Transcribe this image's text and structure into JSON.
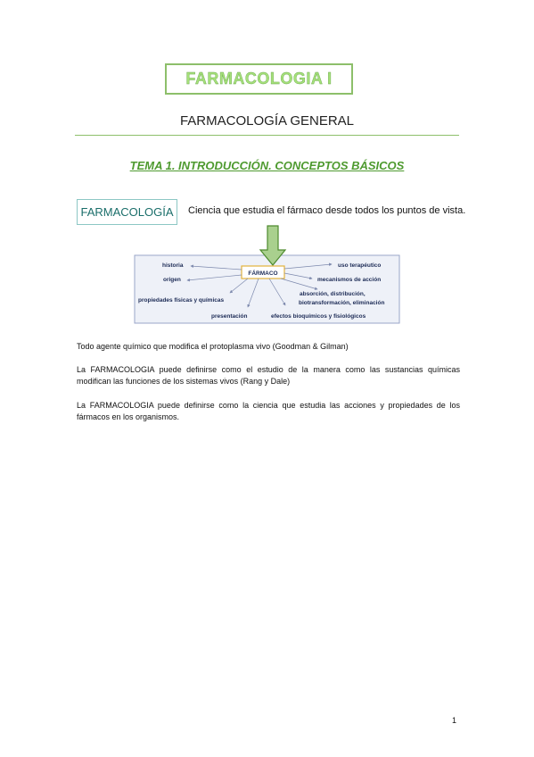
{
  "header": {
    "title": "FARMACOLOGIA I",
    "subtitle": "FARMACOLOGÍA GENERAL",
    "tema": "TEMA 1. INTRODUCCIÓN. CONCEPTOS BÁSICOS"
  },
  "farmacologia": {
    "label": "FARMACOLOGÍA",
    "definition": "Ciencia que estudia el fármaco desde todos los puntos de vista."
  },
  "diagram": {
    "center": "FÁRMACO",
    "labels": {
      "historia": "historia",
      "origen": "origen",
      "propiedades": "propiedades físicas y químicas",
      "presentacion": "presentación",
      "uso": "uso terapéutico",
      "mecanismos": "mecanismos de acción",
      "absorcion1": "absorción, distribución,",
      "absorcion2": "biotransformación, eliminación",
      "efectos": "efectos bioquímicos y fisiológicos"
    },
    "colors": {
      "arrow_fill": "#a9d08e",
      "arrow_stroke": "#4e8a2f",
      "panel": "#eef1f8",
      "panel_border": "#9aa6c8",
      "center_border": "#e3b23c"
    }
  },
  "paragraphs": {
    "p1": "Todo agente químico que modifica el protoplasma vivo (Goodman & Gilman)",
    "p2": "La FARMACOLOGIA puede definirse como el estudio de la manera como las sustancias químicas modifican las funciones de los sistemas vivos (Rang y Dale)",
    "p3": "La FARMACOLOGIA puede definirse como la ciencia que estudia las acciones y propiedades de los fármacos en los organismos."
  },
  "footer": {
    "page_number": "1"
  }
}
